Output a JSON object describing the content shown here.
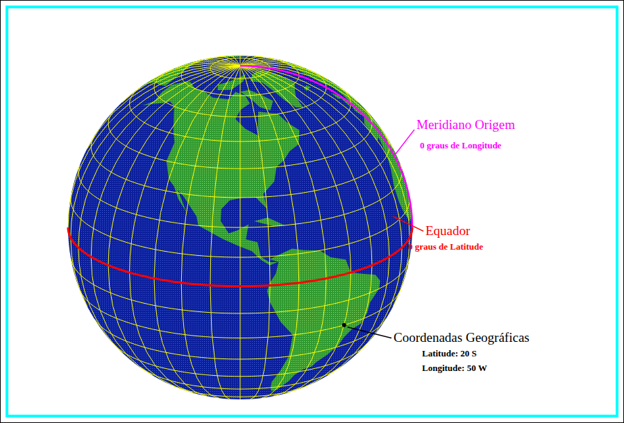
{
  "diagram": {
    "labels": [
      "Meridiano Origem",
      "0 graus de Longitude",
      "Equador",
      "0 graus de Latitude",
      "Coordenadas Geográficas",
      "Latitude: 20 S",
      "Longitude: 50 W"
    ]
  }
}
